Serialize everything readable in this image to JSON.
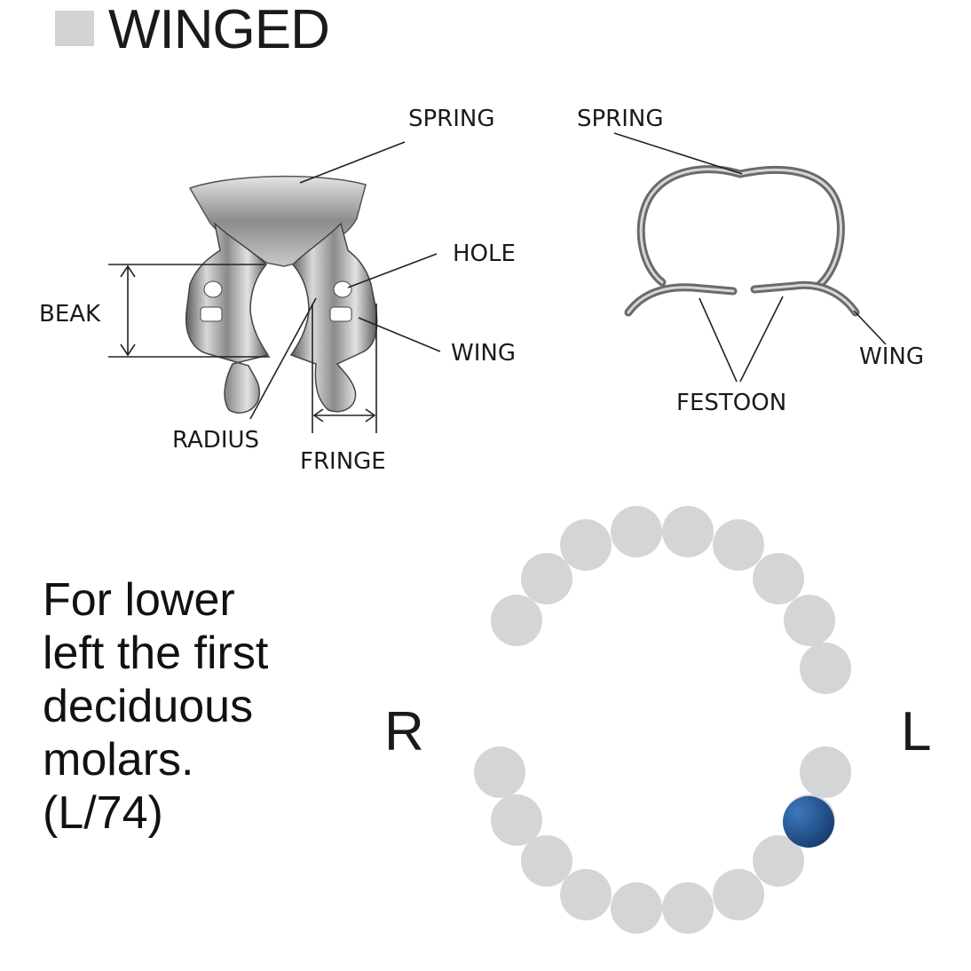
{
  "title": "WINGED",
  "labels": {
    "spring_left": "SPRING",
    "hole": "HOLE",
    "beak": "BEAK",
    "wing_left": "WING",
    "radius": "RADIUS",
    "fringe": "FRINGE",
    "spring_right": "SPRING",
    "wing_right": "WING",
    "festoon": "FESTOON"
  },
  "description": [
    "For lower",
    "left the first",
    "deciduous",
    "molars.",
    "(L/74)"
  ],
  "sides": {
    "right": "R",
    "left": "L"
  },
  "teeth": {
    "count": 20,
    "highlighted_index": 16
  },
  "colors": {
    "tooth": "#d3d5d7",
    "highlight": "#1f4f8c",
    "square": "#d2d3d5"
  }
}
